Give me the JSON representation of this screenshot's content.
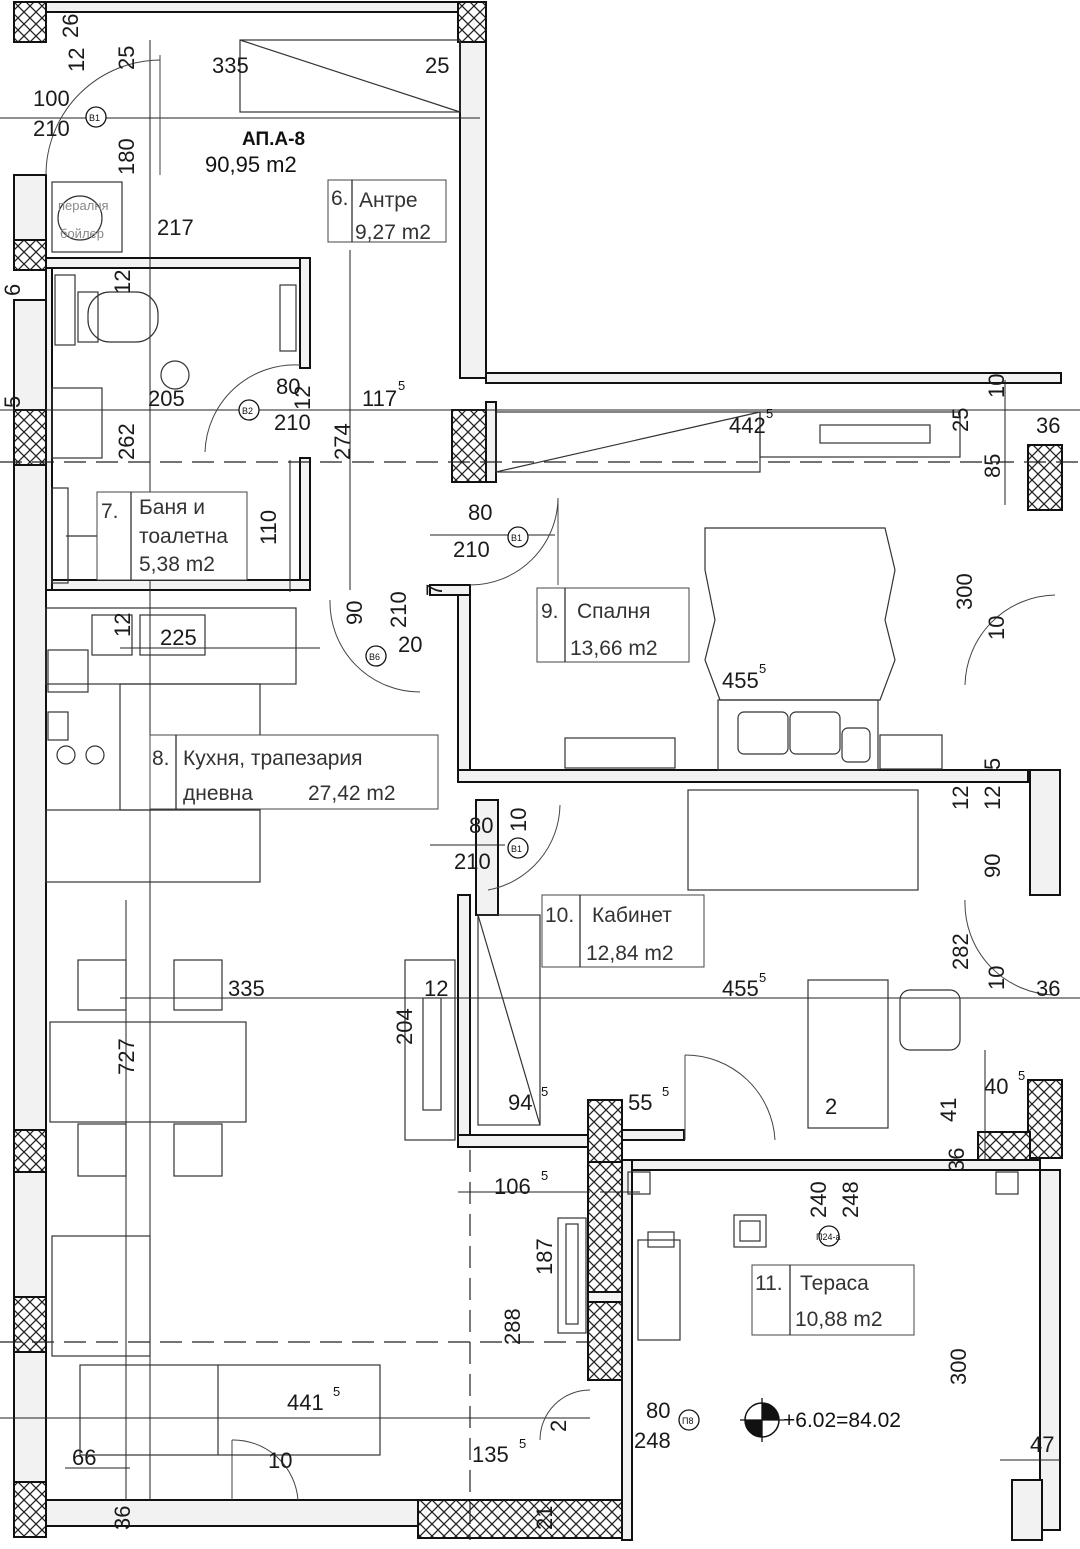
{
  "apartment": {
    "name": "АП.А-8",
    "area": "90,95 m2"
  },
  "rooms": [
    {
      "num": "6.",
      "name": "Антре",
      "area": "9,27 m2"
    },
    {
      "num": "7.",
      "name": "Баня и",
      "name2": "тоалетна",
      "area": "5,38 m2"
    },
    {
      "num": "8.",
      "name": "Кухня, трапезария",
      "name2": "дневна",
      "area": "27,42 m2"
    },
    {
      "num": "9.",
      "name": "Спалня",
      "area": "13,66 m2"
    },
    {
      "num": "10.",
      "name": "Кабинет",
      "area": "12,84 m2"
    },
    {
      "num": "11.",
      "name": "Тераса",
      "area": "10,88 m2"
    }
  ],
  "fixtures": {
    "boiler_top": "пералня",
    "boiler_bottom": "бойлер"
  },
  "door_tags": [
    "В1",
    "В2",
    "В1",
    "В6",
    "В1",
    "П8",
    "П24-а"
  ],
  "level_mark": "+6.02=84.02",
  "dims": {
    "d26": "26",
    "d25a": "25",
    "d12a": "12",
    "d335a": "335",
    "d25b": "25",
    "d100": "100",
    "d210a": "210",
    "d1805": "180",
    "d217": "217",
    "d12b": "12",
    "d205": "205",
    "d80a": "80",
    "d12c": "12",
    "d210b": "210",
    "d1175": "117",
    "d2745": "274",
    "d2625": "262",
    "d4425": "442",
    "d25c": "25",
    "d36a": "36",
    "d85": "85",
    "d10a": "10",
    "d110": "110",
    "d80b": "80",
    "d210c": "210",
    "d300a": "300",
    "d10b": "10",
    "d12d": "12",
    "d225": "225",
    "d90a": "90",
    "d210d": "210",
    "d7": "7",
    "d20": "20",
    "d4555a": "455",
    "d5": "5",
    "d12e": "12",
    "d12f": "12",
    "d80c": "80",
    "d10c": "10",
    "d210e": "210",
    "d905": "90",
    "d282": "282",
    "d335b": "335",
    "d12g": "12",
    "d4555b": "455",
    "d10d": "10",
    "d36b": "36",
    "d727": "727",
    "d204": "204",
    "d945": "94",
    "d555": "55",
    "d2": "2",
    "d415": "41",
    "d405": "40",
    "d36c": "36",
    "d1065": "106",
    "d240": "240",
    "d248a": "248",
    "d187": "187",
    "d288": "288",
    "d300b": "300",
    "d4415": "441",
    "d80d": "80",
    "d248b": "248",
    "d2b": "2",
    "d47": "47",
    "d66": "66",
    "d10e": "10",
    "d1355": "135",
    "d36d": "36",
    "d21": "21",
    "d5b": "5",
    "d6": "6"
  },
  "sups": {
    "s5": "5"
  }
}
